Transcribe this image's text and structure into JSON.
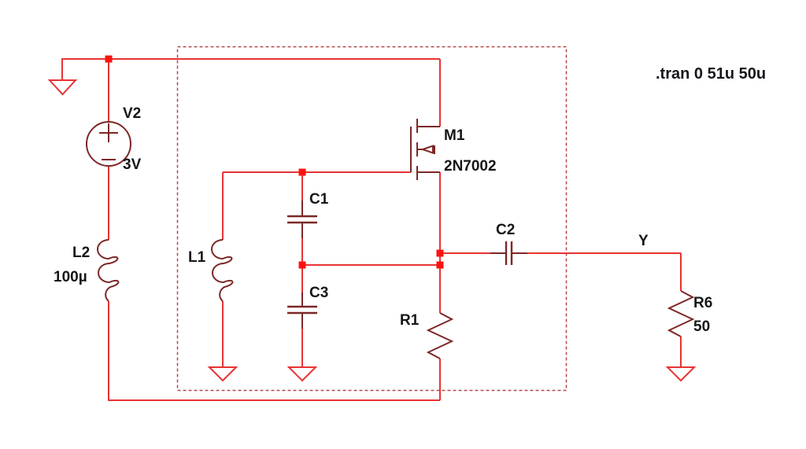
{
  "schematic": {
    "directive": ".tran 0 51u 50u",
    "net_label": "Y",
    "components": [
      {
        "id": "v2",
        "ref": "V2",
        "value": "3V",
        "type": "voltage-source"
      },
      {
        "id": "l2",
        "ref": "L2",
        "value": "100µ",
        "type": "inductor"
      },
      {
        "id": "l1",
        "ref": "L1",
        "type": "inductor"
      },
      {
        "id": "c1",
        "ref": "C1",
        "type": "capacitor"
      },
      {
        "id": "c3",
        "ref": "C3",
        "type": "capacitor"
      },
      {
        "id": "c2",
        "ref": "C2",
        "type": "capacitor"
      },
      {
        "id": "m1",
        "ref": "M1",
        "value": "2N7002",
        "type": "nmos-transistor"
      },
      {
        "id": "r1",
        "ref": "R1",
        "type": "resistor"
      },
      {
        "id": "r6",
        "ref": "R6",
        "value": "50",
        "type": "resistor"
      }
    ]
  },
  "theme": {
    "background": "#ffffff",
    "wire-color": "#e83333",
    "component-color": "#7d2727",
    "junction-color": "#ff1111",
    "box-color": "#b54848",
    "label-color": "#161616",
    "directive-color": "#16161e"
  }
}
